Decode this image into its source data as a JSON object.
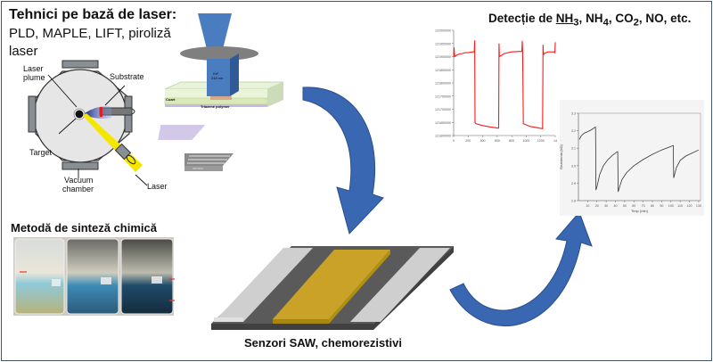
{
  "laser_section": {
    "title": "Tehnici pe bază de laser:",
    "subtitle_line1": "PLD, MAPLE, LIFT, piroliză",
    "subtitle_line2": "laser",
    "chamber_labels": {
      "laser_plume_1": "Laser",
      "laser_plume_2": "plume",
      "substrate": "Substrate",
      "target": "Target",
      "vacuum_1": "Vacuum",
      "vacuum_2": "chamber",
      "laser": "Laser"
    },
    "lift_labels": {
      "krf_1": "KrF",
      "krf_2": "248 nm",
      "quartz": "Cuart",
      "polymer": "Triazene polymer",
      "sensor": "sensor"
    }
  },
  "chemical_section": {
    "title": "Metodă de sinteză chimică"
  },
  "device_section": {
    "caption": "Senzori SAW, chemorezistivi"
  },
  "detection_section": {
    "title_prefix": "Detecție de ",
    "nh3": "NH",
    "nh3_sub": "3",
    "nh4": "NH",
    "nh4_sub": "4",
    "co2": "CO",
    "co2_sub": "2",
    "suffix": ", NO, etc."
  },
  "colors": {
    "arrow": "#3a67b1",
    "saw_film": "#c9a227",
    "red_series": "#ff1a1a",
    "frame": "#44546a",
    "laser_beam": "#4a7cc0"
  },
  "chart_data": [
    {
      "type": "line",
      "xlim": [
        0,
        1400
      ],
      "ylim": [
        121600000,
        122000000
      ],
      "x_ticks": [
        "0",
        "200",
        "400",
        "600",
        "800",
        "1000",
        "1200",
        "14"
      ],
      "y_ticks": [
        "122000000",
        "121950000",
        "121900000",
        "121850000",
        "121800000",
        "121750000",
        "121700000",
        "121650000",
        "121600000"
      ],
      "series": [
        {
          "color": "#ff1a1a",
          "x": [
            0,
            5,
            15,
            40,
            80,
            120,
            160,
            200,
            260,
            285,
            290,
            295,
            305,
            400,
            500,
            610,
            620,
            625,
            630,
            700,
            800,
            940,
            945,
            950,
            960,
            1050,
            1150,
            1225,
            1232,
            1238,
            1245,
            1300,
            1380,
            1395,
            1400
          ],
          "y": [
            121900000,
            121935000,
            121900000,
            121905000,
            121910000,
            121912000,
            121915000,
            121915000,
            121918000,
            121918000,
            121962000,
            121650000,
            121645000,
            121638000,
            121633000,
            121628000,
            121628000,
            121950000,
            121900000,
            121912000,
            121918000,
            121920000,
            121960000,
            121920000,
            121645000,
            121635000,
            121630000,
            121626000,
            121945000,
            121905000,
            121912000,
            121918000,
            121918000,
            121915000,
            121955000
          ]
        }
      ]
    },
    {
      "type": "line",
      "xlabel": "Timp (min)",
      "ylabel": "Rezistenta (kΩ)",
      "xlim": [
        0,
        132
      ],
      "ylim": [
        2.8,
        3.3
      ],
      "x_ticks": [
        "10",
        "20",
        "30",
        "40",
        "50",
        "60",
        "70",
        "80",
        "90",
        "100",
        "110",
        "120",
        "130"
      ],
      "y_ticks": [
        "3.3",
        "3.2",
        "3.1",
        "3.0",
        "2.9",
        "2.8"
      ],
      "series": [
        {
          "color": "#333333",
          "x": [
            1,
            3,
            6,
            10,
            14,
            18,
            18.5,
            19,
            20,
            23,
            27,
            32,
            37,
            42,
            42.5,
            43,
            44,
            47,
            52,
            60,
            70,
            80,
            90,
            100,
            102,
            102.5,
            103,
            104,
            106,
            110,
            116,
            122,
            130
          ],
          "y": [
            3.15,
            3.17,
            3.185,
            3.195,
            3.205,
            3.22,
            3.22,
            2.86,
            2.88,
            2.95,
            3.0,
            3.035,
            3.06,
            3.08,
            3.08,
            2.85,
            2.87,
            2.92,
            2.96,
            3.0,
            3.035,
            3.065,
            3.09,
            3.11,
            3.115,
            3.115,
            2.93,
            2.95,
            2.99,
            3.03,
            3.055,
            3.07,
            3.09
          ]
        }
      ]
    }
  ]
}
